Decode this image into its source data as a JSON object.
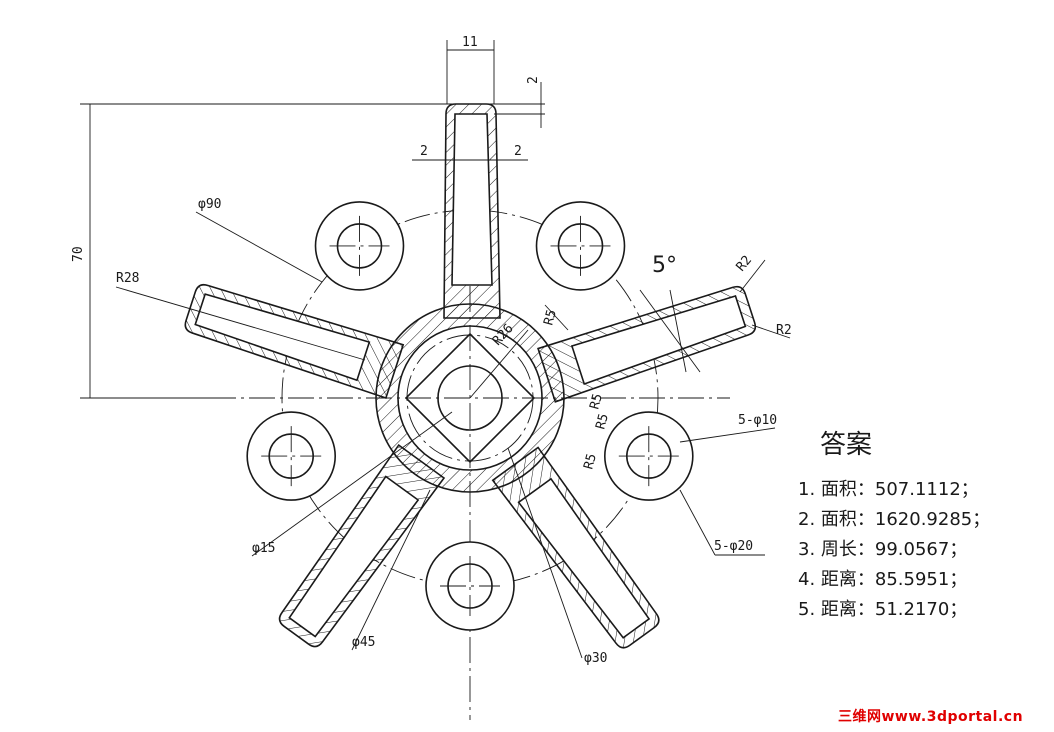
{
  "dimensions": {
    "d11": "11",
    "d2_top": "2",
    "d2_left": "2",
    "d2_right": "2",
    "d70": "70",
    "phi90": "φ90",
    "r28": "R28",
    "r26": "R26",
    "r5_a": "R5",
    "r5_b": "R5",
    "r5_c": "R5",
    "r5_d": "R5",
    "r2_a": "R2",
    "r2_b": "R2",
    "angle5": "5°",
    "phi10": "5-φ10",
    "phi20": "5-φ20",
    "phi15": "φ15",
    "phi45": "φ45",
    "phi30": "φ30"
  },
  "answers": {
    "title": "答案",
    "items": [
      "1.  面积：507.1112；",
      "2.  面积：1620.9285；",
      "3.  周长：99.0567；",
      "4.  距离：85.5951；",
      "5.  距离：51.2170；"
    ]
  },
  "watermark": "三维网www.3dportal.cn",
  "colors": {
    "line": "#1a1a1a",
    "watermark": "#e00000"
  }
}
